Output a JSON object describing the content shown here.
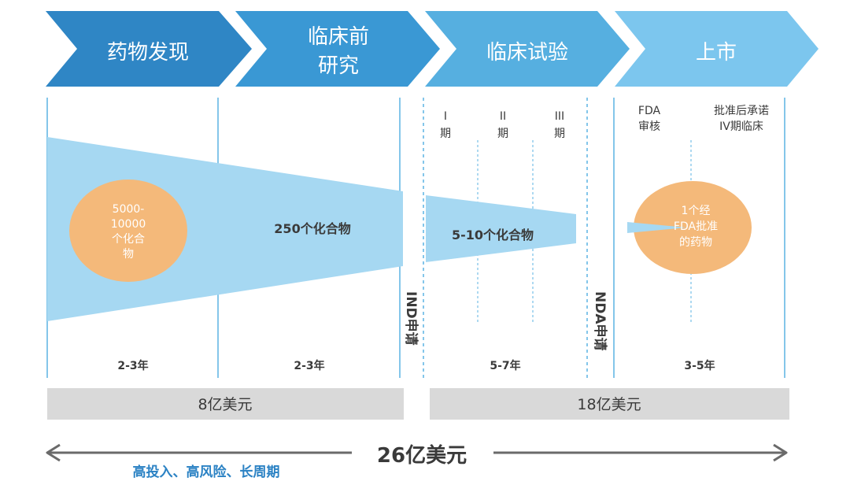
{
  "stages": [
    {
      "lines": [
        "药物发现"
      ],
      "color": "#2f86c5"
    },
    {
      "lines": [
        "临床前",
        "研究"
      ],
      "color": "#3a98d4"
    },
    {
      "lines": [
        "临床试验"
      ],
      "color": "#56afe0"
    },
    {
      "lines": [
        "上市"
      ],
      "color": "#7cc6ee"
    }
  ],
  "phase_labels": [
    {
      "roman": "I",
      "suffix": "期"
    },
    {
      "roman": "II",
      "suffix": "期"
    },
    {
      "roman": "III",
      "suffix": "期"
    }
  ],
  "market_labels": {
    "fda_review": [
      "FDA",
      "审核"
    ],
    "post_approval": [
      "批准后承诺",
      "IV期临床"
    ]
  },
  "compounds": {
    "discovery_circle": [
      "5000-",
      "10000",
      "个化合",
      "物"
    ],
    "preclinical": "250个化合物",
    "clinical": "5-10个化合物",
    "approved_circle": [
      "1个经",
      "FDA批准",
      "的药物"
    ]
  },
  "milestones": {
    "ind": "IND申请",
    "nda": "NDA申请"
  },
  "durations": [
    "2-3年",
    "2-3年",
    "5-7年",
    "3-5年"
  ],
  "costs": [
    "8亿美元",
    "18亿美元"
  ],
  "total_cost": "26亿美元",
  "tagline": "高投入、高风险、长周期",
  "colors": {
    "funnel": "#a6d8f2",
    "circle": "#f4b97a",
    "cost_bar": "#d9d9d9",
    "divider": "#5bb3e3",
    "text_dark": "#3a3a3a",
    "text_blue": "#2b82c4",
    "arrow": "#6a6a6a"
  }
}
